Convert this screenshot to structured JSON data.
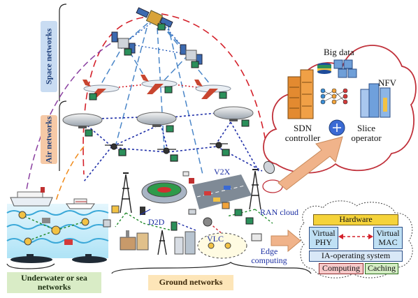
{
  "side_labels": {
    "space": "Space networks",
    "air": "Air networks"
  },
  "bottom_labels": {
    "underwater": "Underwater or sea networks",
    "ground": "Ground networks"
  },
  "ground_labels": {
    "d2d": "D2D",
    "v2x": "V2X",
    "vlc": "VLC",
    "ran_cloud": "RAN cloud",
    "edge_computing": "Edge computing"
  },
  "cloud": {
    "big_data": "Big data",
    "nfv": "NFV",
    "sdn_controller": "SDN controller",
    "slice_operator": "Slice operator"
  },
  "edge_stack": {
    "hardware": "Hardware",
    "virtual_phy": "Virtual PHY",
    "virtual_mac": "Virtual MAC",
    "ia_os": "IA-operating system",
    "computing": "Computing",
    "caching": "Caching"
  },
  "colors": {
    "space_label_bg": "#c9dcf2",
    "air_label_bg": "#f6c9a6",
    "underwater_bg": "#d9ecc6",
    "ground_bg": "#fde5b8",
    "hardware_bg": "#f5d33a",
    "virtual_bg": "#bfe0f4",
    "ia_os_bg": "#d9e8f7",
    "computing_bg": "#f7c9c9",
    "caching_bg": "#d4edc4",
    "cloud_border": "#c0303a",
    "arrow_fill": "#f0b38a"
  }
}
